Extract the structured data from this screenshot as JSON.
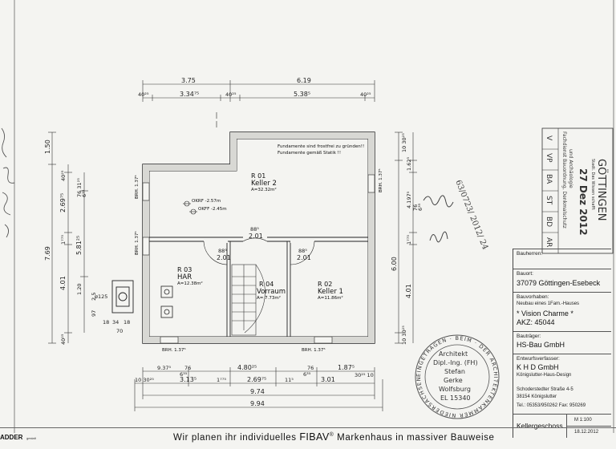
{
  "dims_top": {
    "upper": [
      "3.75",
      "6.19"
    ],
    "lower": [
      "40²⁵",
      "3.34⁷⁵",
      "40²⁵",
      "5.38⁵",
      "40²⁵"
    ]
  },
  "dims_bottom": {
    "row1": [
      "9.37⁵",
      "76",
      "4.80²⁵",
      "76",
      "1.87⁵"
    ],
    "row1_sub": [
      "6³⁵",
      "6³⁵"
    ],
    "row2": [
      "10 30²⁵",
      "3.13⁵",
      "1⁷⁷⁵",
      "2.69⁷⁵",
      "11⁵",
      "3.01",
      "30²⁵ 10"
    ],
    "row3": "9.74",
    "row4": "9.94"
  },
  "dims_left": {
    "outer": [
      "1.50",
      "7.69"
    ],
    "mid": [
      "40²⁵",
      "2.69⁷⁵",
      "1⁷⁷⁵",
      "4.01",
      "40²⁵"
    ],
    "inner": [
      "76 31²⁵",
      "6³⁵",
      "5.81²⁵",
      "1.20",
      "2.5",
      "97"
    ]
  },
  "dims_right": {
    "outer": [
      "10 30²⁵",
      "6.00",
      "10 30²⁵"
    ],
    "inner": [
      "1.62⁵",
      "4.197⁵",
      "76",
      "6³⁵",
      "1⁷⁷⁵",
      "4.01"
    ]
  },
  "rooms": [
    {
      "no": "R 01",
      "name": "Keller 2",
      "area": "A=32.32m²"
    },
    {
      "no": "R 03",
      "name": "HAR",
      "area": "A=12.38m²"
    },
    {
      "no": "R 04",
      "name": "Vorraum",
      "area": "A= 7.73m²"
    },
    {
      "no": "R 02",
      "name": "Keller 1",
      "area": "A=11.86m²"
    }
  ],
  "door_labels": {
    "top": [
      "88⁵",
      "2.01"
    ],
    "left": [
      "88⁵",
      "2.01"
    ],
    "right": [
      "88⁵",
      "2.01"
    ]
  },
  "annotations": {
    "foundation_note_1": "Fundamente sind frostfrei zu gründen!!",
    "foundation_note_2": "Fundamente gemäß Statik !!",
    "level_1": "OKRF -2.57m",
    "level_2": "OKFF -2.45m",
    "brh_labels": [
      "BRH. 1.37⁵",
      "BRH. 1.37⁵",
      "BRH. 1.37⁵",
      "BRH. 1.37⁵",
      "BRH. 1.37⁵"
    ],
    "chimney_label": "ø125",
    "chimney_dims": [
      "18",
      "34",
      "18",
      "70"
    ]
  },
  "stamp_top": {
    "letters_row1": [
      "V",
      "VP",
      "BA",
      "ST",
      "BD",
      "AR"
    ],
    "date": "27 Dez 2012",
    "dept_1": "Fachdienst Bauordnung, Denkmalschutz",
    "dept_2": "und Archäologie",
    "city": "GÖTTINGEN",
    "city_sub": "Stadt. Das Wissen schafft",
    "handwriting": "63/0723/ 2012/ 24"
  },
  "stamp_round": {
    "ring": "EINGETRAGEN · BEIM · DER ARCHITEKTENKAMMER NIEDERSACHSEN",
    "line1": "Architekt",
    "line2": "Dipl.-Ing. (FH)",
    "line3": "Stefan",
    "line4": "Gerke",
    "line5": "Wolfsburg",
    "line6": "EL 15340"
  },
  "title_block": {
    "bauherren_label": "Bauherren:",
    "bauort_label": "Bauort:",
    "bauort_value": "37079 Göttingen-Esebeck",
    "bauvorhaben_label": "Bauvorhaben:",
    "bauvorhaben_value": "Neubau eines 1Fam.-Hauses",
    "house_name": "* Vision Charme *",
    "akz": "AKZ: 45044",
    "bautraeger_label": "Bauträger:",
    "bautraeger_value": "HS-Bau GmbH",
    "entwurf_label": "Entwurfsverfasser:",
    "entwurf_value": "K H D GmbH",
    "entwurf_sub": "Königslutter-Haus-Design",
    "address_1": "Schoderstedter Straße 4-5",
    "address_2": "38154 Königslutter",
    "phone": "Tel.: 05353/950262 Fax: 950269",
    "sheet_title": "Kellergeschoss",
    "scale": "M 1:100",
    "date": "18.12.2012"
  },
  "footer": {
    "brand_logo": "ADDER",
    "brand_sub": "gestalt",
    "slogan_pre": "Wir planen ihr individuelles",
    "slogan_brand": "FIBAV",
    "slogan_reg": "®",
    "slogan_post": "Markenhaus in massiver Bauweise"
  }
}
